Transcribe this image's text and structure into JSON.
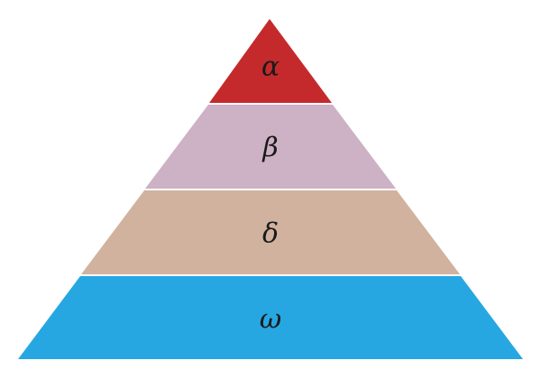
{
  "diagram": {
    "type": "pyramid",
    "tiers": [
      {
        "label": "α",
        "color": "#c42a2c"
      },
      {
        "label": "β",
        "color": "#cdb1c5"
      },
      {
        "label": "δ",
        "color": "#d0b29e"
      },
      {
        "label": "ω",
        "color": "#26a7e1"
      }
    ],
    "separator_color": "#ffffff"
  }
}
